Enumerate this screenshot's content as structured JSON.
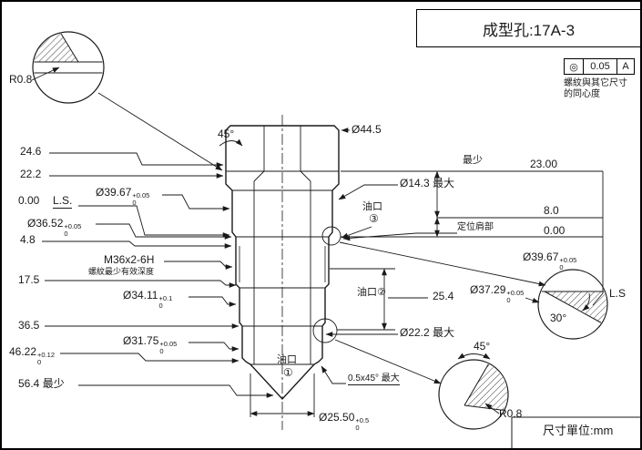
{
  "title_block": {
    "title": "成型孔:17A-3"
  },
  "footer": {
    "units": "尺寸單位:mm"
  },
  "gdt": {
    "symbol": "◎",
    "tolerance": "0.05",
    "datum": "A",
    "note1": "螺紋與其它尺寸",
    "note2": "的同心度"
  },
  "details": {
    "radius_top": "R0.8",
    "chamfer_top": "45°",
    "chamfer_bottom": "45°",
    "radius_bottom": "R0.8",
    "angle_right": "30°"
  },
  "left_dims": {
    "h24_6": "24.6",
    "h22_2": "22.2",
    "h0": "0.00",
    "ls": "L.S.",
    "d3967": {
      "value": "Ø39.67",
      "up": "+0.05",
      "low": "0"
    },
    "d3652": {
      "value": "Ø36.52",
      "up": "+0.05",
      "low": "0"
    },
    "h4_8": "4.8",
    "thread": "M36x2-6H",
    "thread_note": "螺紋最少有效深度",
    "h17_5": "17.5",
    "d3411": {
      "value": "Ø34.11",
      "up": "+0.1",
      "low": "0"
    },
    "h36_5": "36.5",
    "d3175": {
      "value": "Ø31.75",
      "up": "+0.05",
      "low": "0"
    },
    "h4622": {
      "value": "46.22",
      "up": "+0.12",
      "low": "0"
    },
    "h56_4": "56.4 最少"
  },
  "right_dims": {
    "d44_5": "Ø44.5",
    "min_label": "最少",
    "v23": "23.00",
    "d14_3": "Ø14.3 最大",
    "oil3_label": "油口",
    "oil3_num": "③",
    "v8": "8.0",
    "shoulder": "定位肩部",
    "v0": "0.00",
    "d3967": {
      "value": "Ø39.67",
      "up": "+0.05",
      "low": "0"
    },
    "oil2_label": "油口②",
    "v25_4": "25.4",
    "d3729": {
      "value": "Ø37.29",
      "up": "+0.05",
      "low": "0"
    },
    "ls": "L.S",
    "d22_2": "Ø22.2 最大",
    "oil1_label": "油口",
    "oil1_num": "①",
    "chamfer_note": "0.5x45° 最大",
    "r08_bottom": "R0.8",
    "d2550": {
      "value": "Ø25.50",
      "up": "+0.5",
      "low": "0"
    }
  }
}
